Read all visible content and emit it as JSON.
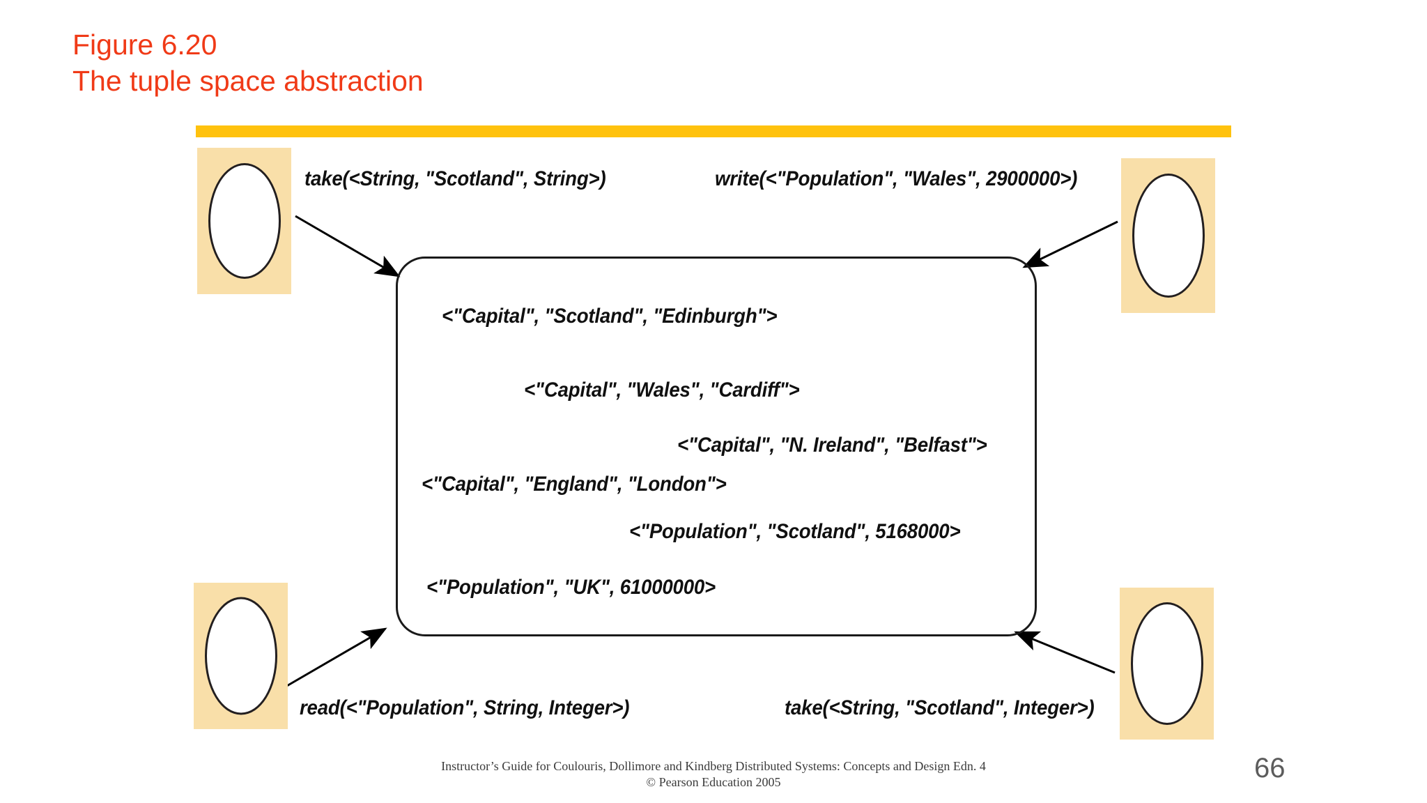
{
  "slide": {
    "title_line_1": "Figure 6.20",
    "title_line_2": "The tuple space abstraction",
    "title_color": "#F03A17",
    "accent_bar_color": "#FFC20E",
    "page_number": "66"
  },
  "diagram": {
    "tuple_space": {
      "name": "tuple space",
      "tuples": [
        "<\"Capital\", \"Scotland\", \"Edinburgh\">",
        "<\"Capital\", \"Wales\", \"Cardiff\">",
        "<\"Capital\", \"N. Ireland\", \"Belfast\">",
        "<\"Capital\", \"England\", \"London\">",
        "<\"Population\", \"Scotland\", 5168000>",
        "<\"Population\", \"UK\", 61000000>"
      ]
    },
    "processes": [
      {
        "id": "top-left",
        "fill": "#F9DFA9"
      },
      {
        "id": "top-right",
        "fill": "#F9DFA9"
      },
      {
        "id": "bottom-left",
        "fill": "#F9DFA9"
      },
      {
        "id": "bottom-right",
        "fill": "#F9DFA9"
      }
    ],
    "operations": [
      {
        "id": "take-string",
        "label": "take(<String, \"Scotland\", String>)"
      },
      {
        "id": "write-pop",
        "label": "write(<\"Population\", \"Wales\", 2900000>)"
      },
      {
        "id": "read-pop",
        "label": "read(<\"Population\", String, Integer>)"
      },
      {
        "id": "take-integer",
        "label": "take(<String, \"Scotland\", Integer>)"
      }
    ]
  },
  "footer": {
    "line_1": "Instructor’s Guide for  Coulouris, Dollimore and Kindberg   Distributed Systems: Concepts and Design   Edn. 4",
    "line_2": "©  Pearson Education 2005"
  }
}
